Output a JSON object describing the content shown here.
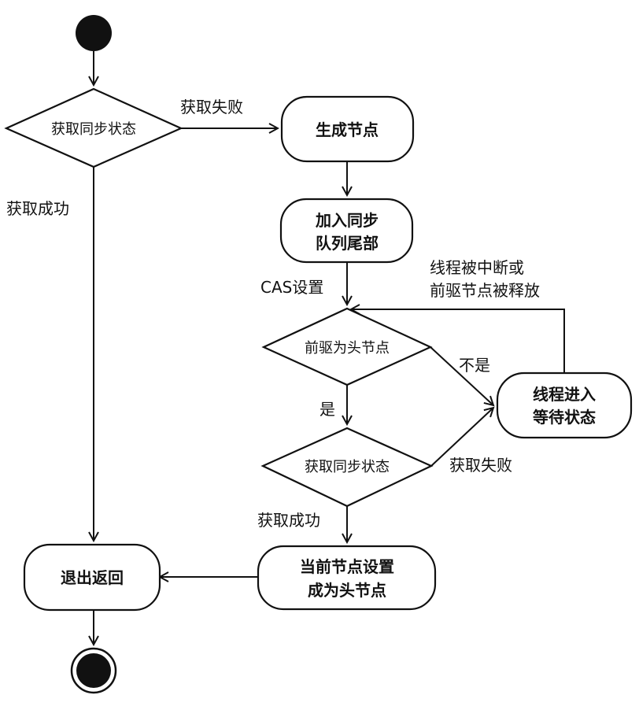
{
  "nodes": {
    "first_sync_decision": "获取同步状态",
    "generate_node": "生成节点",
    "enqueue_tail": [
      "加入同步",
      "队列尾部"
    ],
    "predecessor_is_head_decision": "前驱为头节点",
    "thread_waiting": [
      "线程进入",
      "等待状态"
    ],
    "second_sync_decision": "获取同步状态",
    "set_current_as_head": [
      "当前节点设置",
      "成为头节点"
    ],
    "exit_return": "退出返回"
  },
  "edges": {
    "first_acquire_failed": "获取失败",
    "first_acquire_succeeded": "获取成功",
    "cas_set": "CAS设置",
    "interrupted_or_released": [
      "线程被中断或",
      "前驱节点被释放"
    ],
    "is_head": "是",
    "not_head": "不是",
    "second_acquire_failed": "获取失败",
    "second_acquire_succeeded": "获取成功"
  },
  "colors": {
    "stroke": "#111111",
    "fill": "#ffffff",
    "node_solid": "#111111"
  }
}
